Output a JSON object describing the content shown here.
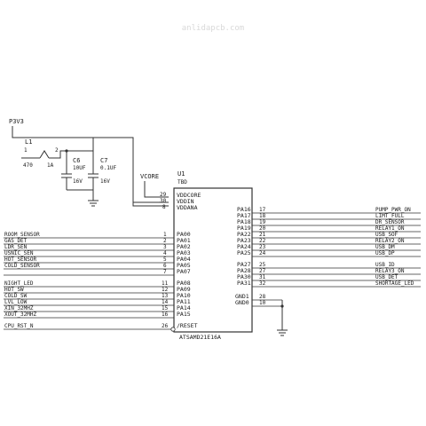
{
  "watermark": "anlidapcb.com",
  "power": {
    "label": "P3V3"
  },
  "inductor": {
    "ref": "L1",
    "value": "470",
    "rating": "1A",
    "pin1": "1",
    "pin2": "2"
  },
  "capacitors": [
    {
      "ref": "C6",
      "value": "10UF",
      "voltage": "16V"
    },
    {
      "ref": "C7",
      "value": "0.1UF",
      "voltage": "16V"
    }
  ],
  "vcore_label": "VCORE",
  "chip": {
    "ref": "U1",
    "value": "TBD",
    "part": "ATSAMD21E16A",
    "supply_pins": [
      {
        "num": "29",
        "name": "VDDCORE"
      },
      {
        "num": "30",
        "name": "VDDIN"
      },
      {
        "num": "8",
        "name": "VDDANA"
      }
    ],
    "left_pins": [
      {
        "net": "ROOM_SENSOR",
        "num": "1",
        "name": "PA00"
      },
      {
        "net": "GAS_DET",
        "num": "2",
        "name": "PA01"
      },
      {
        "net": "LDR_SEN",
        "num": "3",
        "name": "PA02"
      },
      {
        "net": "USNIC_SEN",
        "num": "4",
        "name": "PA03"
      },
      {
        "net": "HOT_SENSOR",
        "num": "5",
        "name": "PA04"
      },
      {
        "net": "COLD_SENSOR",
        "num": "6",
        "name": "PA05"
      },
      {
        "net": "",
        "num": "7",
        "name": "PA07"
      },
      {
        "net": "NIGHT_LED",
        "num": "11",
        "name": "PA08"
      },
      {
        "net": "HOT_SW",
        "num": "12",
        "name": "PA09"
      },
      {
        "net": "COLD_SW",
        "num": "13",
        "name": "PA10"
      },
      {
        "net": "LVL_LOW",
        "num": "14",
        "name": "PA11"
      },
      {
        "net": "XIN_32MHZ",
        "num": "15",
        "name": "PA14"
      },
      {
        "net": "XOUT_32MHZ",
        "num": "16",
        "name": "PA15"
      },
      {
        "net": "CPU_RST_N",
        "num": "26",
        "name": "/RESET"
      }
    ],
    "right_pins": [
      {
        "name": "PA16",
        "num": "17",
        "net": "PUMP_PWR_ON"
      },
      {
        "name": "PA17",
        "num": "18",
        "net": "LIMT_FULL"
      },
      {
        "name": "PA18",
        "num": "19",
        "net": "DR_SENSOR"
      },
      {
        "name": "PA19",
        "num": "20",
        "net": "RELAY1_ON"
      },
      {
        "name": "PA22",
        "num": "21",
        "net": "USB_SOF"
      },
      {
        "name": "PA23",
        "num": "22",
        "net": "RELAY2_ON"
      },
      {
        "name": "PA24",
        "num": "23",
        "net": "USB_DM"
      },
      {
        "name": "PA25",
        "num": "24",
        "net": "USB_DP"
      },
      {
        "name": "PA27",
        "num": "25",
        "net": "USB_ID"
      },
      {
        "name": "PA28",
        "num": "27",
        "net": "RELAY3_ON"
      },
      {
        "name": "PA30",
        "num": "31",
        "net": "USB_DET"
      },
      {
        "name": "PA31",
        "num": "32",
        "net": "SHORTAGE_LED"
      },
      {
        "name": "GND1",
        "num": "28",
        "net": ""
      },
      {
        "name": "GND0",
        "num": "10",
        "net": ""
      }
    ]
  }
}
